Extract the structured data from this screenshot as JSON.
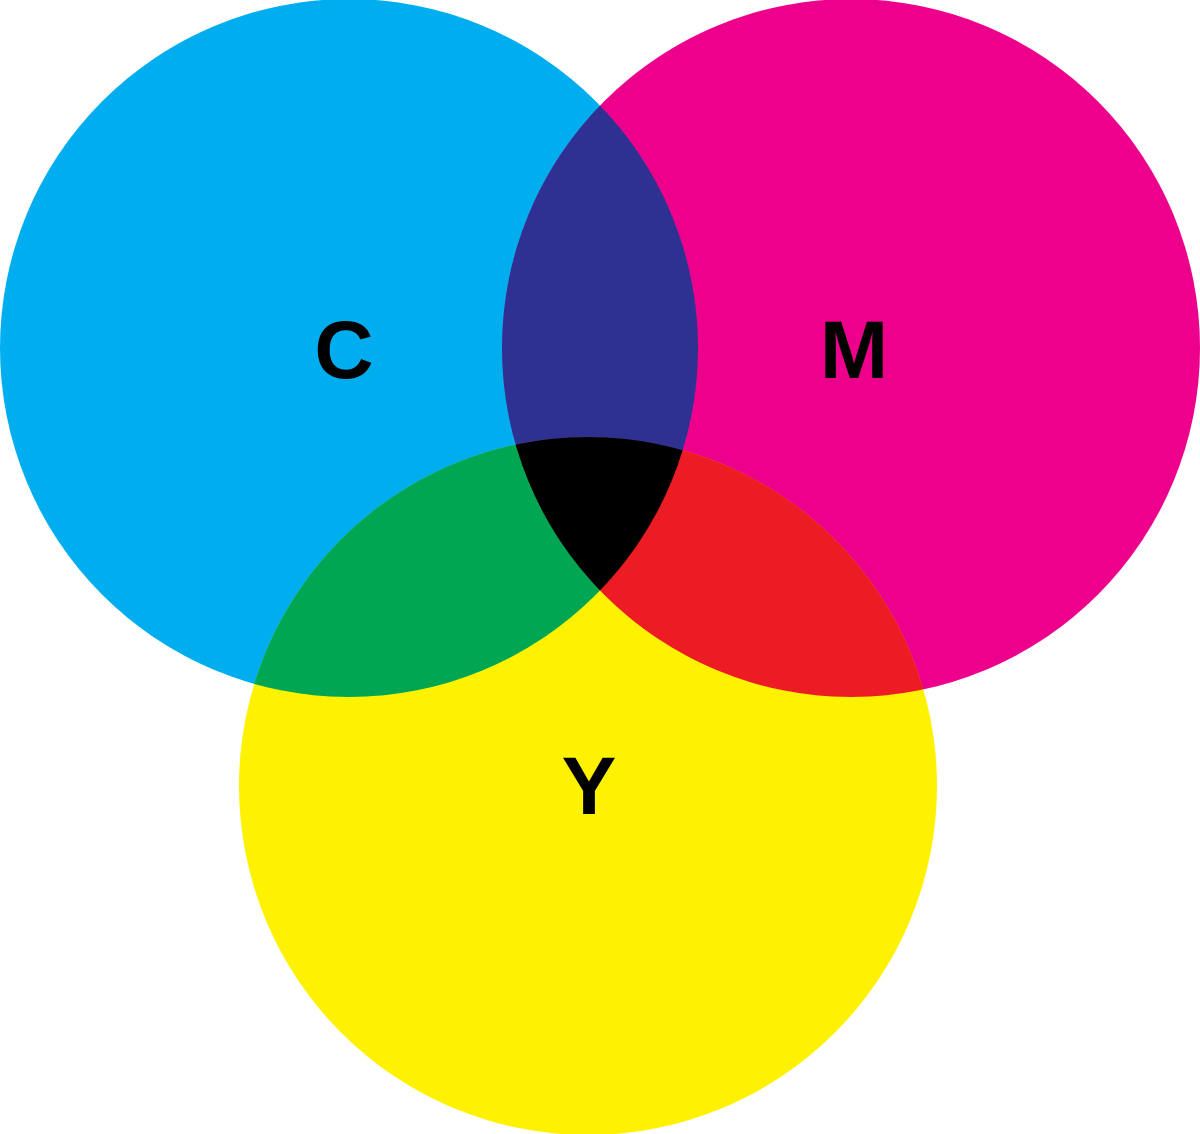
{
  "diagram": {
    "circles": [
      {
        "id": "cyan",
        "label": "C",
        "color": "#00AEEF"
      },
      {
        "id": "magenta",
        "label": "M",
        "color": "#EC008C"
      },
      {
        "id": "yellow",
        "label": "Y",
        "color": "#FFF200"
      }
    ],
    "overlaps": {
      "cyan_magenta": "#2E3192",
      "cyan_yellow": "#00A651",
      "magenta_yellow": "#ED1C24",
      "all": "#000000"
    }
  }
}
